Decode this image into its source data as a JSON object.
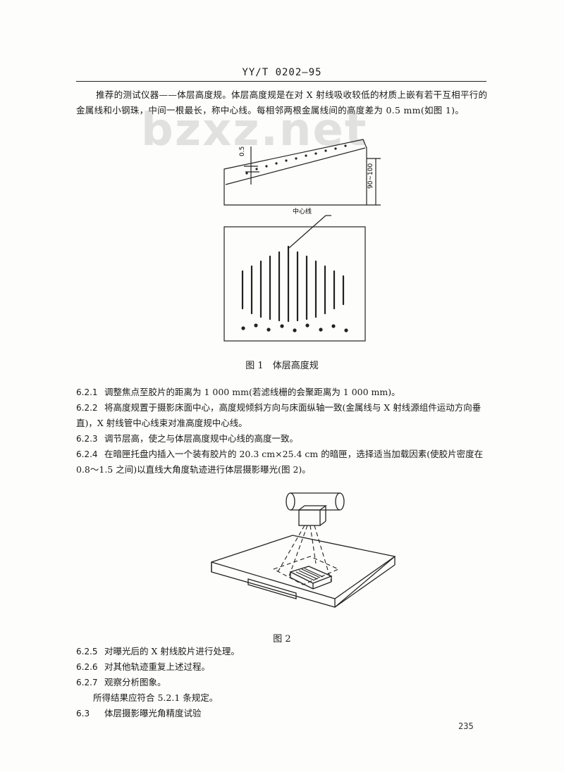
{
  "header": {
    "title": "YY/T 0202—95"
  },
  "intro": "推荐的测试仪器——体层高度规。体层高度规是在对 X 射线吸收较低的材质上嵌有若干互相平行的金属线和小钢珠，中间一根最长，称中心线。每相邻两根金属线间的高度差为 0.5 mm(如图 1)。",
  "watermark": "bzxz.net",
  "figure1": {
    "label_05": "0.5",
    "label_height": "90~100",
    "label_center": "中心线",
    "caption": "图 1　体层高度规"
  },
  "items_a": [
    {
      "num": "6.2.1",
      "text": "调整焦点至胶片的距离为 1 000 mm(若滤线栅的会聚距离为 1 000 mm)。"
    },
    {
      "num": "6.2.2",
      "text": "将高度规置于摄影床面中心，高度规倾斜方向与床面纵轴一致(金属线与 X 射线源组件运动方向垂直)，X 射线管中心线束对准高度规中心线。"
    },
    {
      "num": "6.2.3",
      "text": "调节层高，使之与体层高度规中心线的高度一致。"
    },
    {
      "num": "6.2.4",
      "text": "在暗匣托盘内插入一个装有胶片的 20.3 cm×25.4 cm 的暗匣，选择适当加载因素(使胶片密度在 0.8～1.5 之间)以直线大角度轨迹进行体层摄影曝光(图 2)。"
    }
  ],
  "figure2": {
    "caption": "图 2"
  },
  "items_b": [
    {
      "num": "6.2.5",
      "text": "对曝光后的 X 射线胶片进行处理。"
    },
    {
      "num": "6.2.6",
      "text": "对其他轨迹重复上述过程。"
    },
    {
      "num": "6.2.7",
      "text": "观察分析图象。"
    }
  ],
  "result_line": "所得结果应符合 5.2.1 条规定。",
  "section_63": {
    "num": "6.3",
    "text": "体层摄影曝光角精度试验"
  },
  "page_number": "235"
}
